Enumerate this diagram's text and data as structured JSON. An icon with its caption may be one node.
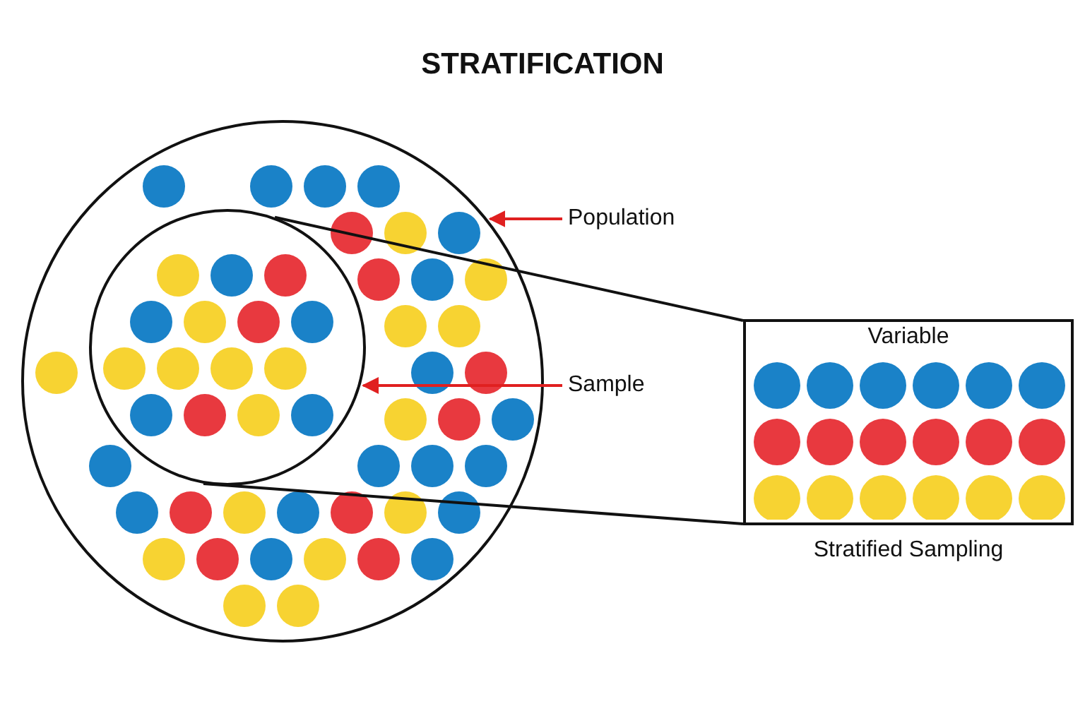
{
  "diagram": {
    "title": "STRATIFICATION",
    "nodes": [
      {
        "text": [],
        "shape": "circle"
      },
      {
        "text": [],
        "shape": "circle",
        "in": 0
      },
      {
        "text": [
          "Population"
        ]
      },
      {
        "text": [
          "Sample"
        ]
      },
      {
        "text": [
          "Variable"
        ],
        "beside": [
          "Stratified Sampling"
        ]
      }
    ],
    "edges": [
      {
        "from": 2,
        "to": 0,
        "arrow": "to",
        "color": "#e02020"
      },
      {
        "from": 3,
        "to": 1,
        "arrow": "to",
        "color": "#e02020"
      },
      {
        "from": 1,
        "to": 4,
        "arrow": "none",
        "color": "#111111"
      },
      {
        "from": 1,
        "to": 4,
        "arrow": "none",
        "color": "#111111"
      }
    ]
  }
}
